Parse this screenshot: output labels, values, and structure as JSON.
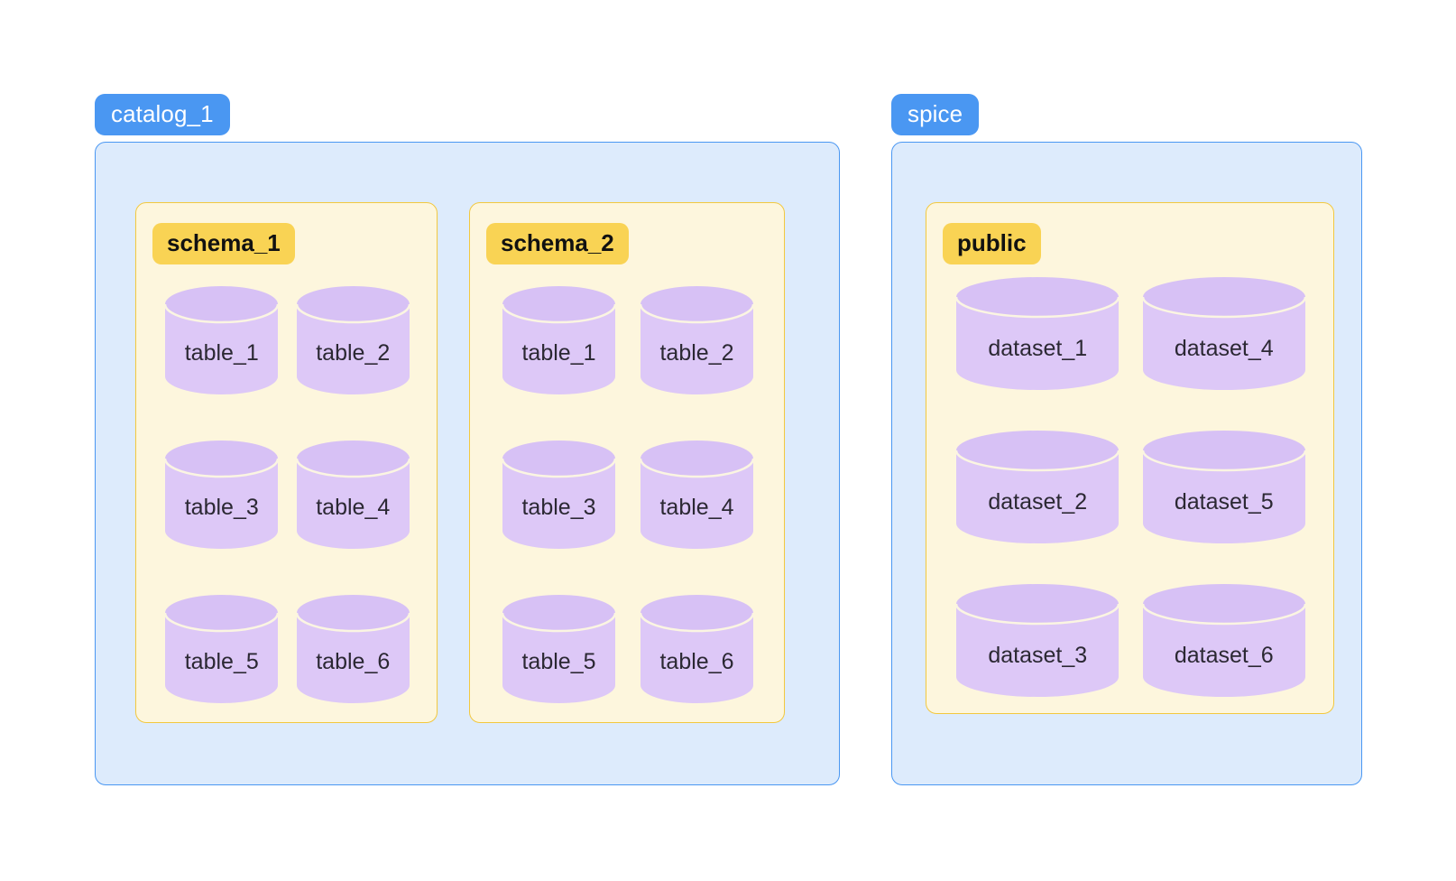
{
  "diagram": {
    "type": "nested-container-diagram",
    "background": "#ffffff",
    "colors": {
      "catalog_badge_bg": "#4a97f2",
      "catalog_badge_text": "#ffffff",
      "catalog_body_bg": "#ddebfc",
      "catalog_body_border": "#4a97f2",
      "schema_panel_bg": "#fdf6dd",
      "schema_panel_border": "#f2c83f",
      "schema_badge_bg": "#f9d354",
      "schema_badge_text": "#111111",
      "cylinder_body": "#ddc8f7",
      "cylinder_top": "#d7c1f5",
      "cylinder_rim": "#fbf5e2",
      "cylinder_label_text": "#2b2833"
    },
    "catalogs": [
      {
        "name": "catalog_1",
        "schemas": [
          {
            "name": "schema_1",
            "objects": [
              "table_1",
              "table_2",
              "table_3",
              "table_4",
              "table_5",
              "table_6"
            ]
          },
          {
            "name": "schema_2",
            "objects": [
              "table_1",
              "table_2",
              "table_3",
              "table_4",
              "table_5",
              "table_6"
            ]
          }
        ]
      },
      {
        "name": "spice",
        "schemas": [
          {
            "name": "public",
            "objects": [
              "dataset_1",
              "dataset_4",
              "dataset_2",
              "dataset_5",
              "dataset_3",
              "dataset_6"
            ]
          }
        ]
      }
    ]
  }
}
